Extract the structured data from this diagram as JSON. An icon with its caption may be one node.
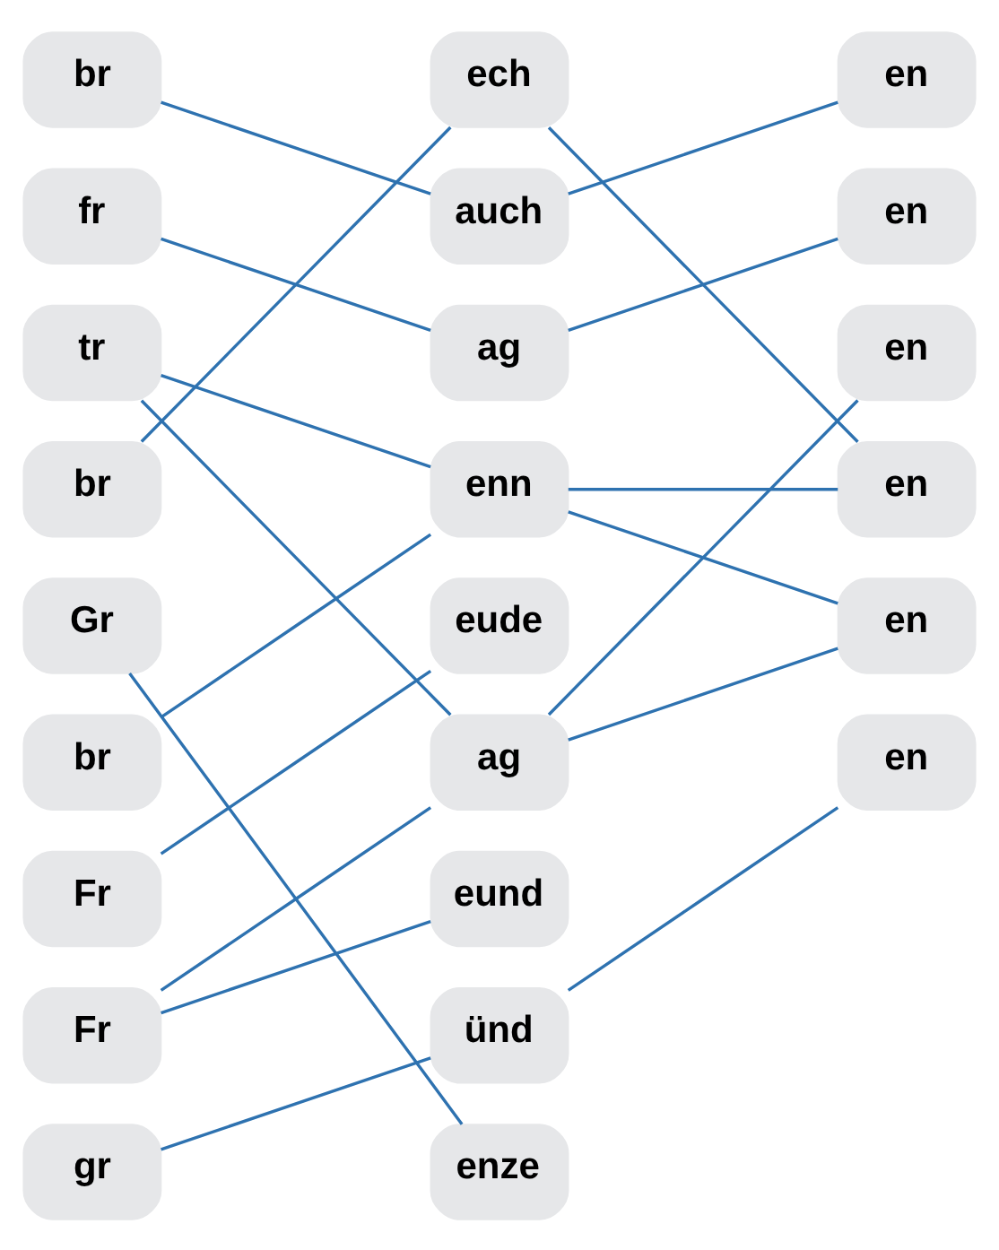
{
  "diagram": {
    "nodes": [
      {
        "text": [
          "br"
        ]
      },
      {
        "text": [
          "fr"
        ]
      },
      {
        "text": [
          "tr"
        ]
      },
      {
        "text": [
          "br"
        ]
      },
      {
        "text": [
          "Gr"
        ]
      },
      {
        "text": [
          "br"
        ]
      },
      {
        "text": [
          "Fr"
        ]
      },
      {
        "text": [
          "Fr"
        ]
      },
      {
        "text": [
          "gr"
        ]
      },
      {
        "text": [
          "ech"
        ]
      },
      {
        "text": [
          "auch"
        ]
      },
      {
        "text": [
          "ag"
        ]
      },
      {
        "text": [
          "enn"
        ]
      },
      {
        "text": [
          "eude"
        ]
      },
      {
        "text": [
          "ag"
        ]
      },
      {
        "text": [
          "eund"
        ]
      },
      {
        "text": [
          "ünd"
        ]
      },
      {
        "text": [
          "enze"
        ]
      },
      {
        "text": [
          "en"
        ]
      },
      {
        "text": [
          "en"
        ]
      },
      {
        "text": [
          "en"
        ]
      },
      {
        "text": [
          "en"
        ]
      },
      {
        "text": [
          "en"
        ]
      },
      {
        "text": [
          "en"
        ]
      }
    ],
    "edges": [
      {
        "from": 0,
        "to": 10,
        "arrow": "none"
      },
      {
        "from": 1,
        "to": 11,
        "arrow": "none"
      },
      {
        "from": 2,
        "to": 12,
        "arrow": "none"
      },
      {
        "from": 2,
        "to": 14,
        "arrow": "none"
      },
      {
        "from": 3,
        "to": 9,
        "arrow": "none"
      },
      {
        "from": 4,
        "to": 17,
        "arrow": "none"
      },
      {
        "from": 5,
        "to": 12,
        "arrow": "none"
      },
      {
        "from": 6,
        "to": 13,
        "arrow": "none"
      },
      {
        "from": 7,
        "to": 14,
        "arrow": "none"
      },
      {
        "from": 7,
        "to": 15,
        "arrow": "none"
      },
      {
        "from": 8,
        "to": 16,
        "arrow": "none"
      },
      {
        "from": 9,
        "to": 21,
        "arrow": "none"
      },
      {
        "from": 10,
        "to": 18,
        "arrow": "none"
      },
      {
        "from": 11,
        "to": 19,
        "arrow": "none"
      },
      {
        "from": 12,
        "to": 21,
        "arrow": "none"
      },
      {
        "from": 12,
        "to": 22,
        "arrow": "none"
      },
      {
        "from": 14,
        "to": 20,
        "arrow": "none"
      },
      {
        "from": 14,
        "to": 22,
        "arrow": "none"
      },
      {
        "from": 16,
        "to": 23,
        "arrow": "none"
      }
    ]
  }
}
